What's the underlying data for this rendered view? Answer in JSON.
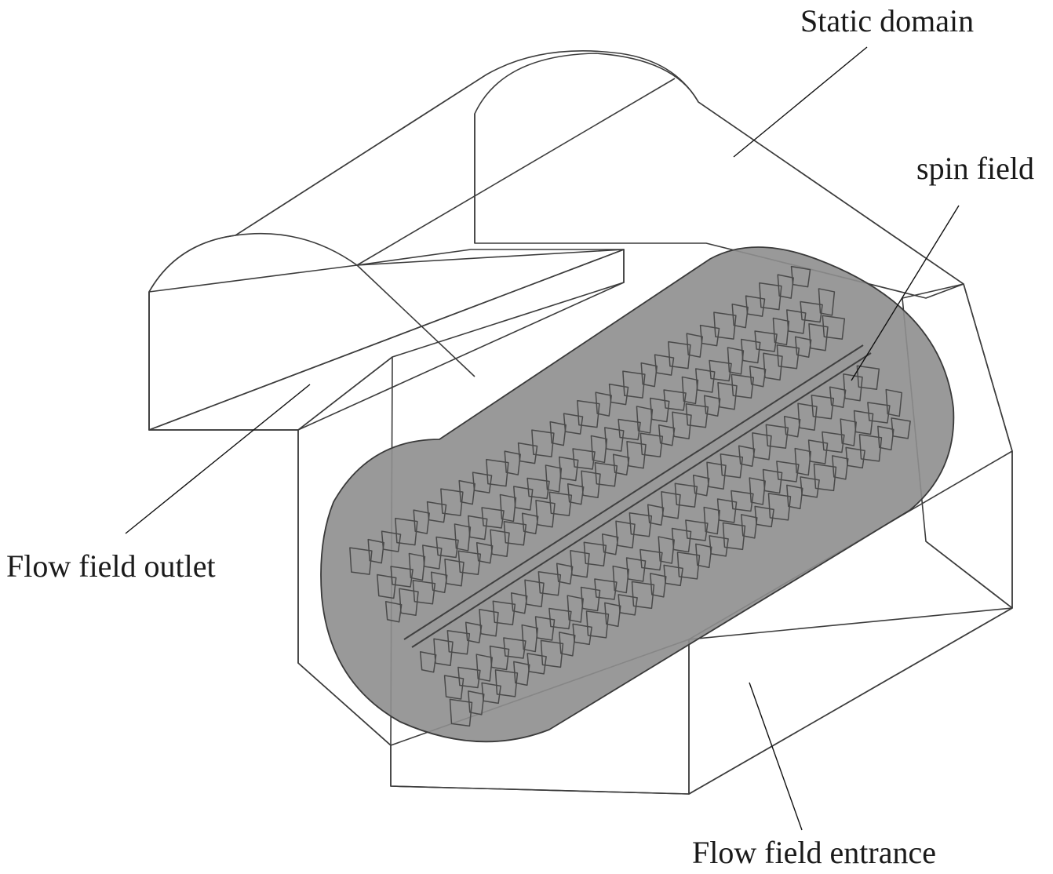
{
  "labels": {
    "static_domain": "Static domain",
    "spin_field": "spin field",
    "flow_field_outlet": "Flow field outlet",
    "flow_field_entrance": "Flow field entrance"
  },
  "colors": {
    "background": "#ffffff",
    "shell_light": "#c9c9c9",
    "shell_mid": "#b3b3b3",
    "shell_dark": "#9c9c9c",
    "rotor_fill": "#8f8f8f",
    "edge": "#3c3c3c"
  }
}
